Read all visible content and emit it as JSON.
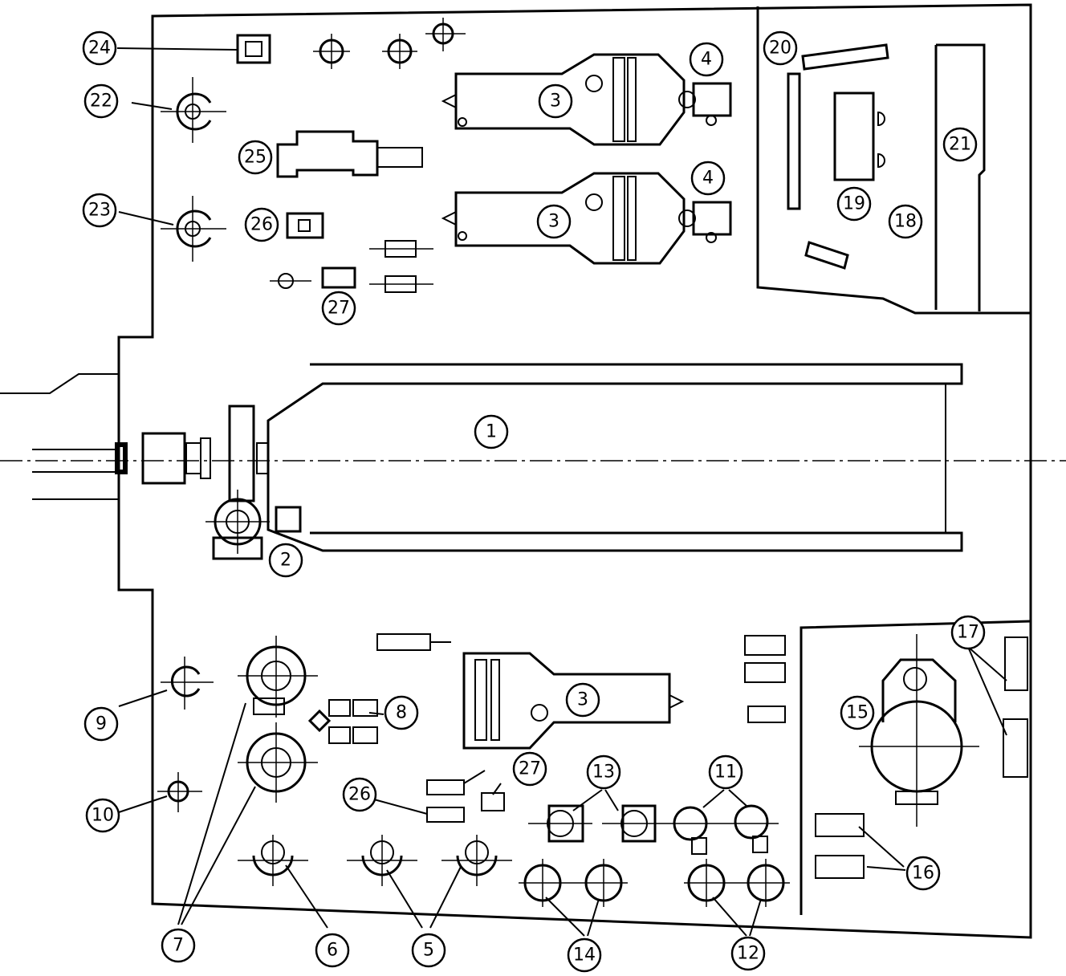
{
  "diagram": {
    "labels": [
      {
        "key": "l1",
        "text": "1"
      },
      {
        "key": "l2",
        "text": "2"
      },
      {
        "key": "l3a",
        "text": "3"
      },
      {
        "key": "l3b",
        "text": "3"
      },
      {
        "key": "l3c",
        "text": "3"
      },
      {
        "key": "l4a",
        "text": "4"
      },
      {
        "key": "l4b",
        "text": "4"
      },
      {
        "key": "l5",
        "text": "5"
      },
      {
        "key": "l6",
        "text": "6"
      },
      {
        "key": "l7",
        "text": "7"
      },
      {
        "key": "l8",
        "text": "8"
      },
      {
        "key": "l9",
        "text": "9"
      },
      {
        "key": "l10",
        "text": "10"
      },
      {
        "key": "l11",
        "text": "11"
      },
      {
        "key": "l12",
        "text": "12"
      },
      {
        "key": "l13",
        "text": "13"
      },
      {
        "key": "l14",
        "text": "14"
      },
      {
        "key": "l15",
        "text": "15"
      },
      {
        "key": "l16",
        "text": "16"
      },
      {
        "key": "l17",
        "text": "17"
      },
      {
        "key": "l18",
        "text": "18"
      },
      {
        "key": "l19",
        "text": "19"
      },
      {
        "key": "l20",
        "text": "20"
      },
      {
        "key": "l21",
        "text": "21"
      },
      {
        "key": "l22",
        "text": "22"
      },
      {
        "key": "l23",
        "text": "23"
      },
      {
        "key": "l24",
        "text": "24"
      },
      {
        "key": "l25",
        "text": "25"
      },
      {
        "key": "l26a",
        "text": "26"
      },
      {
        "key": "l26b",
        "text": "26"
      },
      {
        "key": "l27a",
        "text": "27"
      },
      {
        "key": "l27b",
        "text": "27"
      }
    ]
  }
}
